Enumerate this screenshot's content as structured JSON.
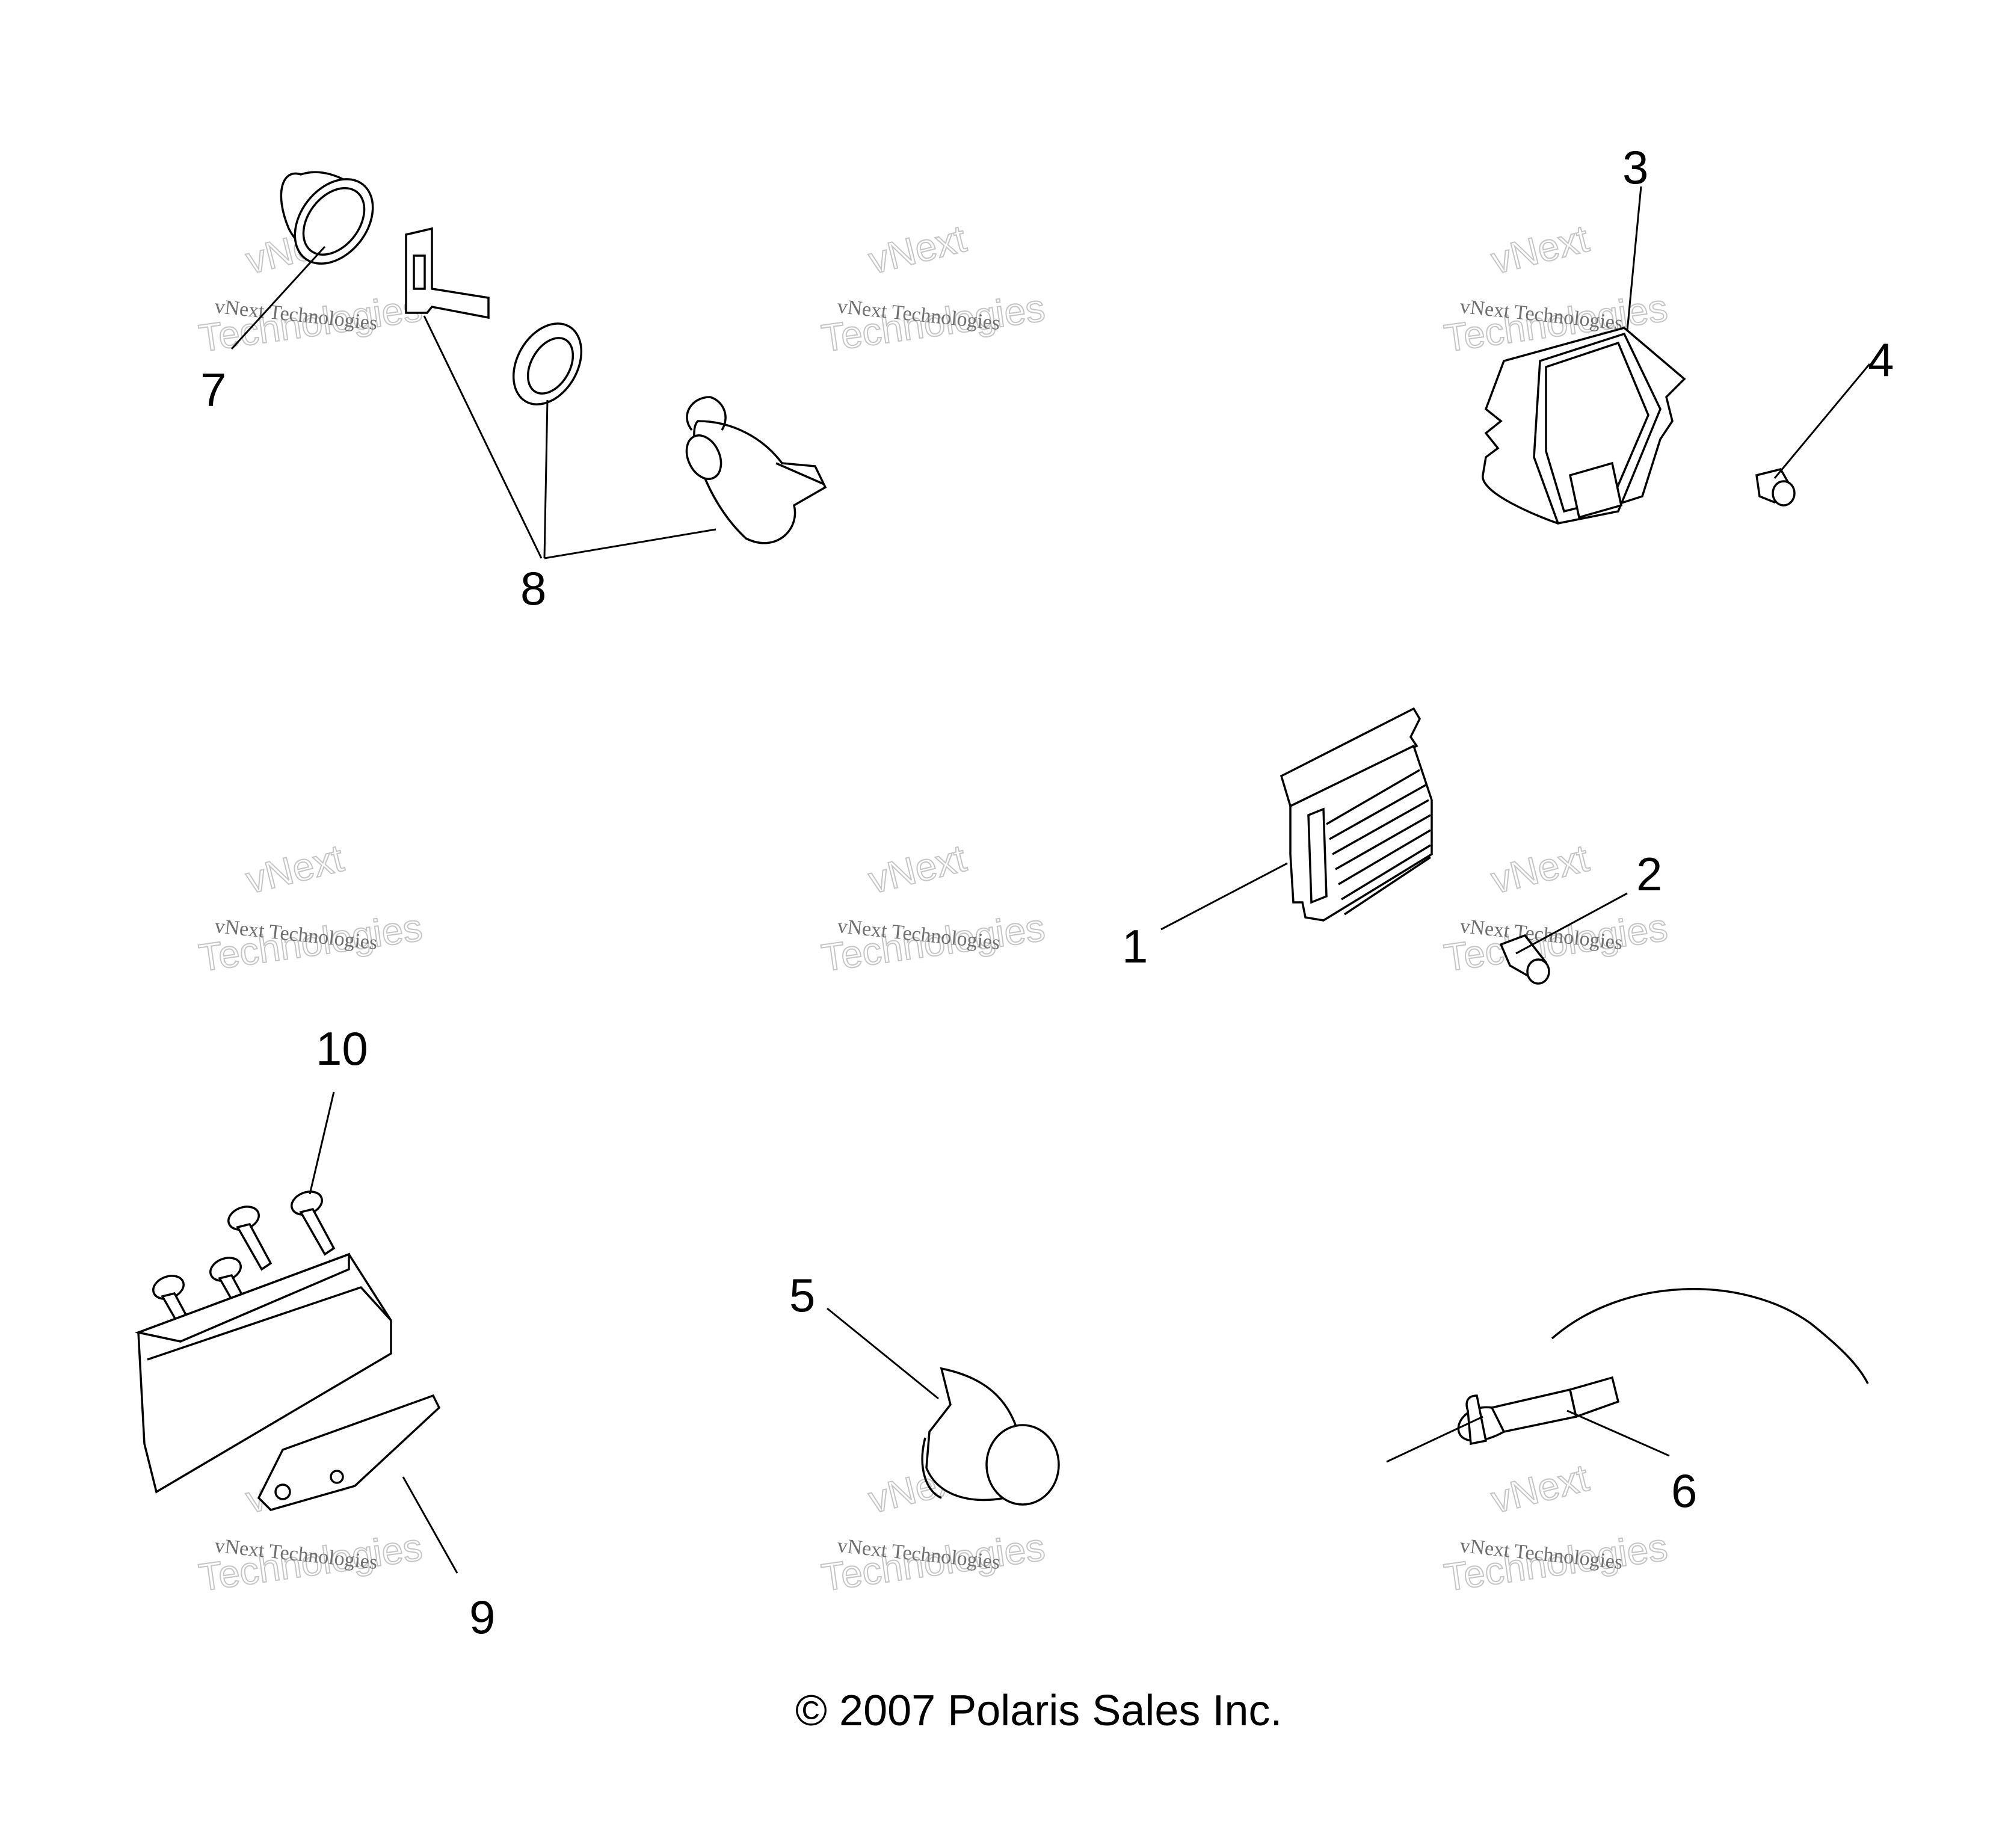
{
  "callouts": [
    "1",
    "2",
    "3",
    "4",
    "5",
    "6",
    "7",
    "8",
    "9",
    "10"
  ],
  "watermark": {
    "line1": "vNext Technologies",
    "line2": "Technologies",
    "arc": "vNext"
  },
  "copyright": "© 2007 Polaris Sales Inc."
}
